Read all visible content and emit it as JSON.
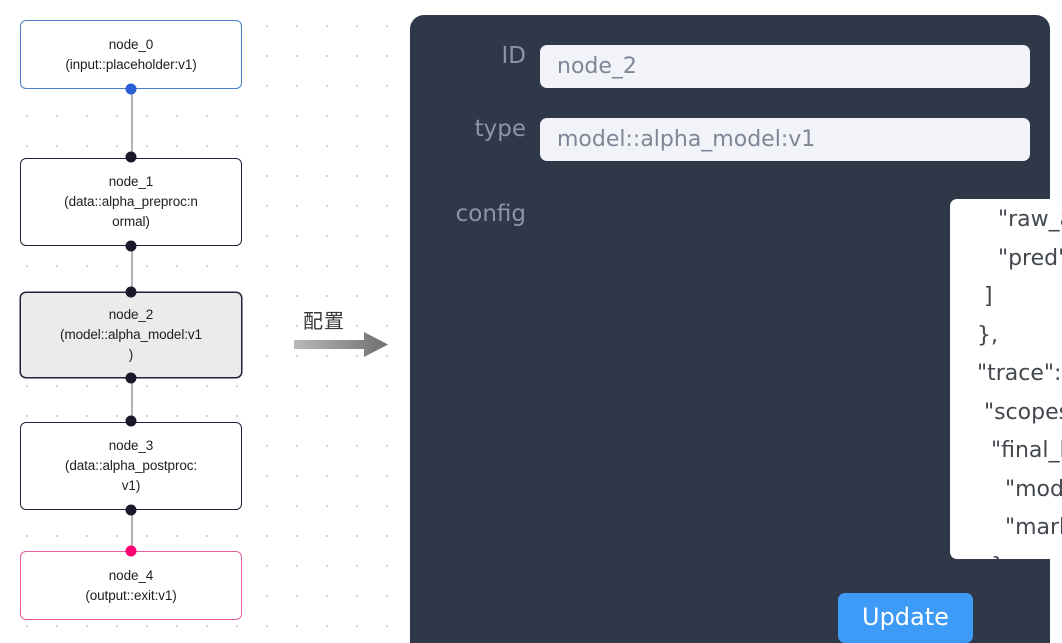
{
  "canvas": {
    "background_color": "#ffffff",
    "dot_color": "#d0d3d8"
  },
  "graph": {
    "nodes": [
      {
        "id": "node_0",
        "label": "node_0\n(input::placeholder:v1)",
        "kind": "input",
        "border_color": "#4a7fc7",
        "fill": "#ffffff",
        "selected": false
      },
      {
        "id": "node_1",
        "label": "node_1\n(data::alpha_preproc:n\normal)",
        "kind": "default",
        "border_color": "#22223a",
        "fill": "#ffffff",
        "selected": false
      },
      {
        "id": "node_2",
        "label": "node_2\n(model::alpha_model:v1\n)",
        "kind": "default",
        "border_color": "#22223a",
        "fill": "#ebebeb",
        "selected": true
      },
      {
        "id": "node_3",
        "label": "node_3\n(data::alpha_postproc:\nv1)",
        "kind": "default",
        "border_color": "#22223a",
        "fill": "#ffffff",
        "selected": false
      },
      {
        "id": "node_4",
        "label": "node_4\n(output::exit:v1)",
        "kind": "output",
        "border_color": "#e55fa0",
        "fill": "#ffffff",
        "selected": false
      }
    ],
    "edges": [
      {
        "from": "node_0",
        "to": "node_1"
      },
      {
        "from": "node_1",
        "to": "node_2"
      },
      {
        "from": "node_2",
        "to": "node_3"
      },
      {
        "from": "node_3",
        "to": "node_4"
      }
    ],
    "handle_colors": {
      "default": "#1a192b",
      "source_input": "#2a5fd6",
      "target_output": "#ff0072"
    }
  },
  "transition": {
    "label": "配置",
    "arrow_color": "#8a8a8a"
  },
  "panel": {
    "background_color": "#2f3849",
    "label_color": "#8d95a3",
    "fields": {
      "id": {
        "label": "ID",
        "value": "node_2",
        "placeholder": "node_2"
      },
      "type": {
        "label": "type",
        "value": "model::alpha_model:v1",
        "placeholder": "model::alpha_model:v1"
      },
      "config": {
        "label": "config",
        "value": "      \"raw_action\",\n      \"pred\"\n    ]\n   },\n   \"trace\": {\n    \"scopes\": {\n     \"final_layer\": {\n       \"module\": \"pi0\",\n       \"mark_scope\": false\n     },\n     \"action_model\": {",
        "scroll_thumb_visible": true,
        "resize_handle_visible": true
      }
    },
    "update_button": {
      "label": "Update",
      "color": "#3d9bf7",
      "text_color": "#ffffff"
    }
  }
}
